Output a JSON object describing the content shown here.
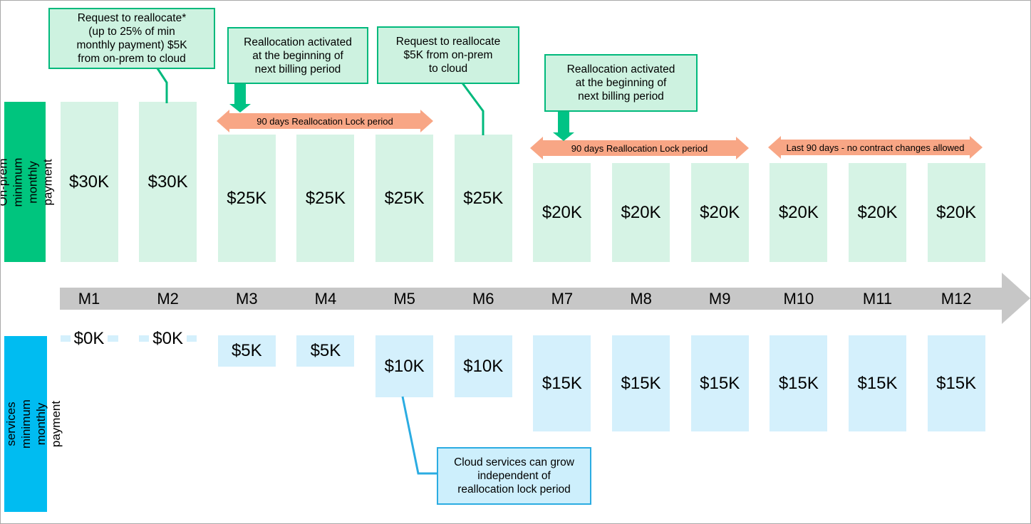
{
  "sidebars": {
    "onprem": {
      "label": "On-prem minimum\nmonthly payment",
      "color": "#00c57e"
    },
    "cloud": {
      "label": "Cloud services minimum\nmonthly payment",
      "color": "#00bcf1"
    }
  },
  "timeline": {
    "months": [
      "M1",
      "M2",
      "M3",
      "M4",
      "M5",
      "M6",
      "M7",
      "M8",
      "M9",
      "M10",
      "M11",
      "M12"
    ]
  },
  "onprem_bars": [
    {
      "month": "M1",
      "label": "$30K",
      "value": 30
    },
    {
      "month": "M2",
      "label": "$30K",
      "value": 30
    },
    {
      "month": "M3",
      "label": "$25K",
      "value": 25
    },
    {
      "month": "M4",
      "label": "$25K",
      "value": 25
    },
    {
      "month": "M5",
      "label": "$25K",
      "value": 25
    },
    {
      "month": "M6",
      "label": "$25K",
      "value": 25
    },
    {
      "month": "M7",
      "label": "$20K",
      "value": 20
    },
    {
      "month": "M8",
      "label": "$20K",
      "value": 20
    },
    {
      "month": "M9",
      "label": "$20K",
      "value": 20
    },
    {
      "month": "M10",
      "label": "$20K",
      "value": 20
    },
    {
      "month": "M11",
      "label": "$20K",
      "value": 20
    },
    {
      "month": "M12",
      "label": "$20K",
      "value": 20
    }
  ],
  "cloud_bars": [
    {
      "month": "M1",
      "label": "$0K",
      "value": 0
    },
    {
      "month": "M2",
      "label": "$0K",
      "value": 0
    },
    {
      "month": "M3",
      "label": "$5K",
      "value": 5
    },
    {
      "month": "M4",
      "label": "$5K",
      "value": 5
    },
    {
      "month": "M5",
      "label": "$10K",
      "value": 10
    },
    {
      "month": "M6",
      "label": "$10K",
      "value": 10
    },
    {
      "month": "M7",
      "label": "$15K",
      "value": 15
    },
    {
      "month": "M8",
      "label": "$15K",
      "value": 15
    },
    {
      "month": "M9",
      "label": "$15K",
      "value": 15
    },
    {
      "month": "M10",
      "label": "$15K",
      "value": 15
    },
    {
      "month": "M11",
      "label": "$15K",
      "value": 15
    },
    {
      "month": "M12",
      "label": "$15K",
      "value": 15
    }
  ],
  "callouts": {
    "reallocate_request_1": "Request to reallocate*\n(up to 25% of min\nmonthly payment) $5K\nfrom on-prem to cloud",
    "reallocation_activated_1": "Reallocation activated\nat the beginning of\nnext billing period",
    "reallocate_request_2": "Request to reallocate\n$5K from on-prem\nto cloud",
    "reallocation_activated_2": "Reallocation activated\nat the beginning of\nnext billing period",
    "cloud_growth": "Cloud services can grow\nindependent of\nreallocation lock period"
  },
  "lock_arrows": {
    "lock1": "90 days Reallocation Lock period",
    "lock2": "90 days Reallocation Lock period",
    "last90": "Last 90 days - no contract changes allowed"
  },
  "colors": {
    "onprem_sidebar": "#00c57e",
    "onprem_bar": "#d6f3e5",
    "green_accent": "#00b97c",
    "green_callout_fill": "#cdf2e0",
    "cloud_sidebar": "#00bcf1",
    "cloud_bar": "#d4f0fc",
    "cyan_accent": "#2bace2",
    "cyan_callout_fill": "#cdeffc",
    "lock_arrow": "#f8a685",
    "timeline_gray": "#c7c7c7"
  },
  "chart_data": {
    "type": "bar",
    "categories": [
      "M1",
      "M2",
      "M3",
      "M4",
      "M5",
      "M6",
      "M7",
      "M8",
      "M9",
      "M10",
      "M11",
      "M12"
    ],
    "series": [
      {
        "name": "On-prem minimum monthly payment",
        "values": [
          30,
          30,
          25,
          25,
          25,
          25,
          20,
          20,
          20,
          20,
          20,
          20
        ]
      },
      {
        "name": "Cloud services minimum monthly payment",
        "values": [
          0,
          0,
          5,
          5,
          10,
          10,
          15,
          15,
          15,
          15,
          15,
          15
        ]
      }
    ],
    "units": "K USD per month",
    "annotations": [
      "Request to reallocate* (up to 25% of min monthly payment) $5K from on-prem to cloud",
      "Reallocation activated at the beginning of next billing period",
      "Request to reallocate $5K from on-prem to cloud",
      "Reallocation activated at the beginning of next billing period",
      "90 days Reallocation Lock period (M3-M5)",
      "90 days Reallocation Lock period (M7-M9)",
      "Last 90 days - no contract changes allowed (M10-M12)",
      "Cloud services can grow independent of reallocation lock period"
    ]
  }
}
